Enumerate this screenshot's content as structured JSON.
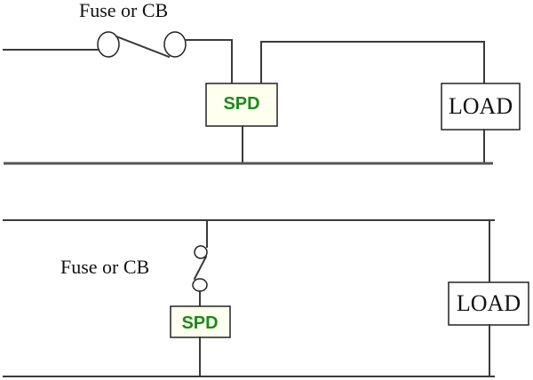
{
  "colors": {
    "background": "#ffffff",
    "wire": "#3a3a3a",
    "spd_fill": "#fffff0",
    "spd_text": "#1a8a1a",
    "load_fill": "#ffffff"
  },
  "top_circuit": {
    "fuse_label": "Fuse or CB",
    "spd_label": "SPD",
    "load_label": "LOAD"
  },
  "bottom_circuit": {
    "fuse_label": "Fuse or CB",
    "spd_label": "SPD",
    "load_label": "LOAD"
  }
}
